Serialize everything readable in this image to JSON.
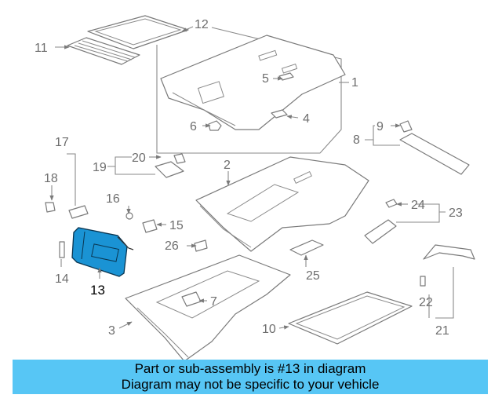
{
  "diagram": {
    "highlight_color": "#1a93d4",
    "banner_color": "#57c6f5",
    "callouts": {
      "c1": "1",
      "c2": "2",
      "c3": "3",
      "c4": "4",
      "c5": "5",
      "c6": "6",
      "c7": "7",
      "c8": "8",
      "c9": "9",
      "c10": "10",
      "c11": "11",
      "c12": "12",
      "c13": "13",
      "c14": "14",
      "c15": "15",
      "c16": "16",
      "c17": "17",
      "c18": "18",
      "c19": "19",
      "c20": "20",
      "c21": "21",
      "c22": "22",
      "c23": "23",
      "c24": "24",
      "c25": "25",
      "c26": "26"
    }
  },
  "banner": {
    "line1": "Part or sub-assembly is #13 in diagram",
    "line2": "Diagram may not be specific to your vehicle"
  }
}
